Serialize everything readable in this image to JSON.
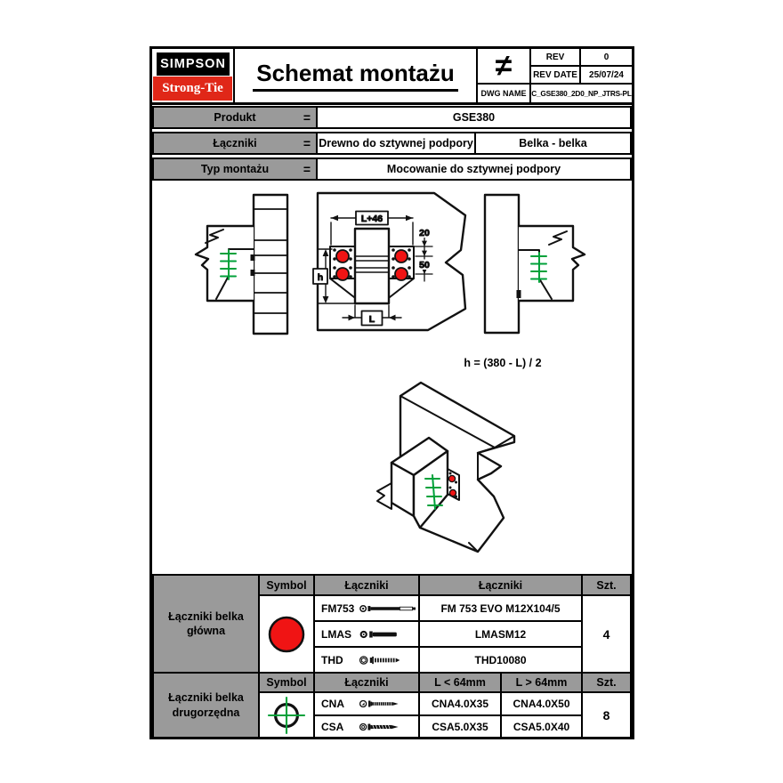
{
  "logo": {
    "line1": "SIMPSON",
    "line2": "Strong-Tie"
  },
  "header": {
    "title": "Schemat montażu",
    "projection_symbol": "≠",
    "rev_label": "REV",
    "rev_value": "0",
    "rev_date_label": "REV DATE",
    "rev_date_value": "25/07/24",
    "dwg_name_label": "DWG NAME",
    "dwg_name_value": "C_GSE380_2D0_NP_JTRS-PL"
  },
  "info_rows": [
    {
      "label": "Produkt",
      "eq": "=",
      "values": [
        "GSE380"
      ]
    },
    {
      "label": "Łączniki",
      "eq": "=",
      "values": [
        "Drewno do sztywnej podpory",
        "Belka - belka"
      ]
    },
    {
      "label": "Typ montażu",
      "eq": "=",
      "values": [
        "Mocowanie do sztywnej podpory"
      ]
    }
  ],
  "drawing": {
    "dim_top": "L+46",
    "dim_right_top": "20",
    "dim_right_bottom": "50",
    "dim_left": "h",
    "dim_bottom": "L",
    "formula": "h = (380 - L) / 2"
  },
  "fastener_tables": [
    {
      "row_label": "Łączniki belka główna",
      "col_symbol": "Symbol",
      "col_fasteners": "Łączniki",
      "col_designation": "Łączniki",
      "col_qty": "Szt.",
      "symbol": "red-circle",
      "rows": [
        {
          "code": "FM753",
          "designation": "FM 753 EVO M12X104/5"
        },
        {
          "code": "LMAS",
          "designation": "LMASM12"
        },
        {
          "code": "THD",
          "designation": "THD10080"
        }
      ],
      "qty": "4"
    },
    {
      "row_label": "Łączniki belka drugorzędna",
      "col_symbol": "Symbol",
      "col_fasteners": "Łączniki",
      "col_l_small": "L < 64mm",
      "col_l_large": "L > 64mm",
      "col_qty": "Szt.",
      "symbol": "green-crosshair",
      "rows": [
        {
          "code": "CNA",
          "l_small": "CNA4.0X35",
          "l_large": "CNA4.0X50"
        },
        {
          "code": "CSA",
          "l_small": "CSA5.0X35",
          "l_large": "CSA5.0X40"
        }
      ],
      "qty": "8"
    }
  ],
  "colors": {
    "brand_red": "#e02718",
    "marker_red": "#f01414",
    "marker_green": "#00a13a",
    "cell_gray": "#9a9a9a"
  }
}
